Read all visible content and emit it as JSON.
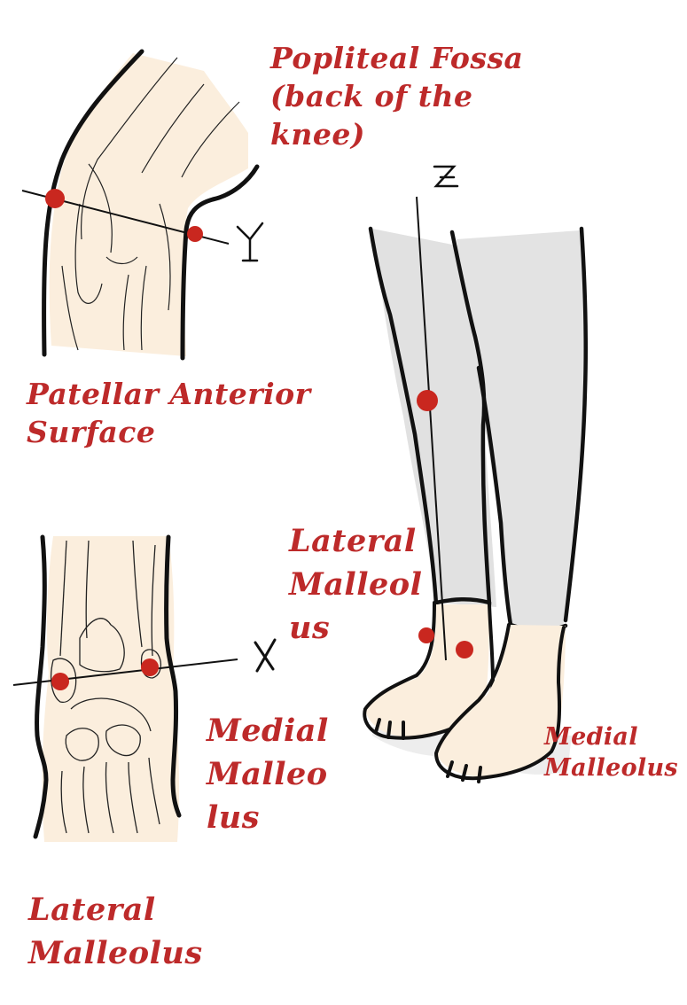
{
  "colors": {
    "label": "#bd2a2a",
    "marker": "#c9271f",
    "skin": "#fbeedd",
    "pants": "#e3e3e3",
    "outline": "#111111"
  },
  "labels": {
    "popliteal_fossa": [
      "Popliteal Fossa",
      "(back of the",
      "knee)"
    ],
    "patellar_anterior": [
      "Patellar Anterior",
      "Surface"
    ],
    "lateral_malleolus_leg": [
      "Lateral",
      "Malleol",
      "us"
    ],
    "medial_malleolus_ankle": [
      "Medial",
      "Malleo",
      "lus"
    ],
    "lateral_malleolus_ankle": [
      "Lateral",
      "Malleolus"
    ],
    "medial_malleolus_leg": [
      "Medial",
      "Malleolus"
    ]
  },
  "axes": {
    "y": "Y",
    "x": "X",
    "z": "Z"
  }
}
